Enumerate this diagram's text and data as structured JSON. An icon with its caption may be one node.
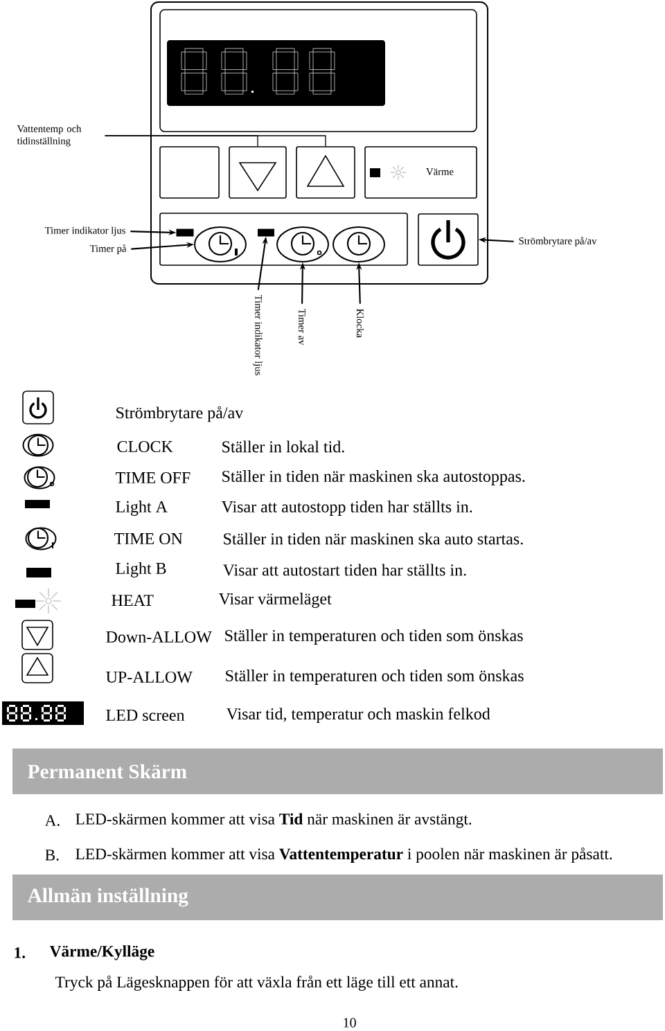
{
  "diagram": {
    "nodes": [
      {
        "text": [
          "Vattentemp och tidinställning"
        ]
      },
      {
        "text": [],
        "shape": "box"
      },
      {
        "text": [],
        "shape": "box"
      },
      {
        "text": [
          "Värme"
        ]
      },
      {
        "text": [
          "Timer indikator ljus"
        ]
      },
      {
        "text": [],
        "shape": "bar"
      },
      {
        "text": [
          "Timer på"
        ]
      },
      {
        "text": [],
        "shape": "ellipse"
      },
      {
        "text": [
          "Timer indikator ljus"
        ]
      },
      {
        "text": [],
        "shape": "bar"
      },
      {
        "text": [
          "Timer av"
        ]
      },
      {
        "text": [],
        "shape": "ellipse"
      },
      {
        "text": [
          "Klocka"
        ]
      },
      {
        "text": [],
        "shape": "ellipse"
      },
      {
        "text": [
          "Strömbrytare på/av"
        ]
      },
      {
        "text": [],
        "shape": "box"
      },
      {
        "text": [
          "Permanent Skärm"
        ]
      },
      {
        "text": [
          "Allmän inställning"
        ]
      },
      {
        "text": [],
        "shape": "box"
      }
    ],
    "edges": [
      {
        "from": 0,
        "to": 1,
        "arrow": "none"
      },
      {
        "from": 0,
        "to": 2,
        "arrow": "none"
      },
      {
        "from": 4,
        "to": 5,
        "arrow": "to"
      },
      {
        "from": 6,
        "to": 7,
        "arrow": "to"
      },
      {
        "from": 8,
        "to": 9,
        "arrow": "to"
      },
      {
        "from": 10,
        "to": 11,
        "arrow": "to"
      },
      {
        "from": 12,
        "to": 13,
        "arrow": "to"
      },
      {
        "from": 14,
        "to": 15,
        "arrow": "to"
      }
    ],
    "labels": [
      "Strömbrytare på/av",
      "CLOCK",
      "Ställer in lokal tid.",
      "TIME OFF",
      "Ställer in tiden när maskinen ska autostoppas.",
      "Light A",
      "Visar att autostopp tiden har ställts in.",
      "TIME ON",
      "Ställer in tiden när maskinen ska auto startas.",
      "Light B",
      "Visar att autostart tiden har ställts in.",
      "HEAT",
      "Visar värmeläget",
      "Down-ALLOW",
      "Ställer in temperaturen och tiden som önskas",
      "UP-ALLOW",
      "Ställer in temperaturen och tiden som önskas",
      "LED screen",
      "Visar tid, temperatur och maskin felkod",
      "A.",
      "LED-skärmen kommer att visa **Tid** när maskinen är avstängt.",
      "B.",
      "LED-skärmen kommer att visa **Vattentemperatur** i poolen när maskinen är påsatt.",
      "1.",
      "Värme/Kylläge",
      "Tryck på Lägesknappen för att växla från ett läge till ett annat.",
      "10"
    ]
  }
}
